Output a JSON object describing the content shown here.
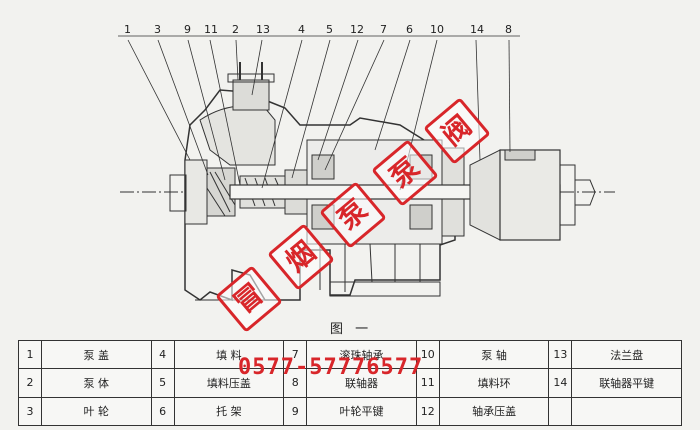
{
  "callouts": [
    {
      "num": "1"
    },
    {
      "num": "3"
    },
    {
      "num": "9"
    },
    {
      "num": "11"
    },
    {
      "num": "2"
    },
    {
      "num": "13"
    },
    {
      "num": "4"
    },
    {
      "num": "5"
    },
    {
      "num": "12"
    },
    {
      "num": "7"
    },
    {
      "num": "6"
    },
    {
      "num": "10"
    },
    {
      "num": "14"
    },
    {
      "num": "8"
    }
  ],
  "caption": "图 一",
  "watermark": {
    "glyphs": [
      "冒",
      "烟",
      "泵",
      "泵",
      "阀"
    ],
    "phone": "0577-57776577",
    "color": "#d8262a"
  },
  "parts": [
    [
      {
        "no": "1",
        "name": "泵 盖"
      },
      {
        "no": "4",
        "name": "填 料"
      },
      {
        "no": "7",
        "name": "滚珠轴承"
      },
      {
        "no": "10",
        "name": "泵 轴"
      },
      {
        "no": "13",
        "name": "法兰盘"
      }
    ],
    [
      {
        "no": "2",
        "name": "泵 体"
      },
      {
        "no": "5",
        "name": "填料压盖"
      },
      {
        "no": "8",
        "name": "联轴器"
      },
      {
        "no": "11",
        "name": "填料环"
      },
      {
        "no": "14",
        "name": "联轴器平键"
      }
    ],
    [
      {
        "no": "3",
        "name": "叶 轮"
      },
      {
        "no": "6",
        "name": "托 架"
      },
      {
        "no": "9",
        "name": "叶轮平键"
      },
      {
        "no": "12",
        "name": "轴承压盖"
      },
      {
        "no": "",
        "name": ""
      }
    ]
  ]
}
